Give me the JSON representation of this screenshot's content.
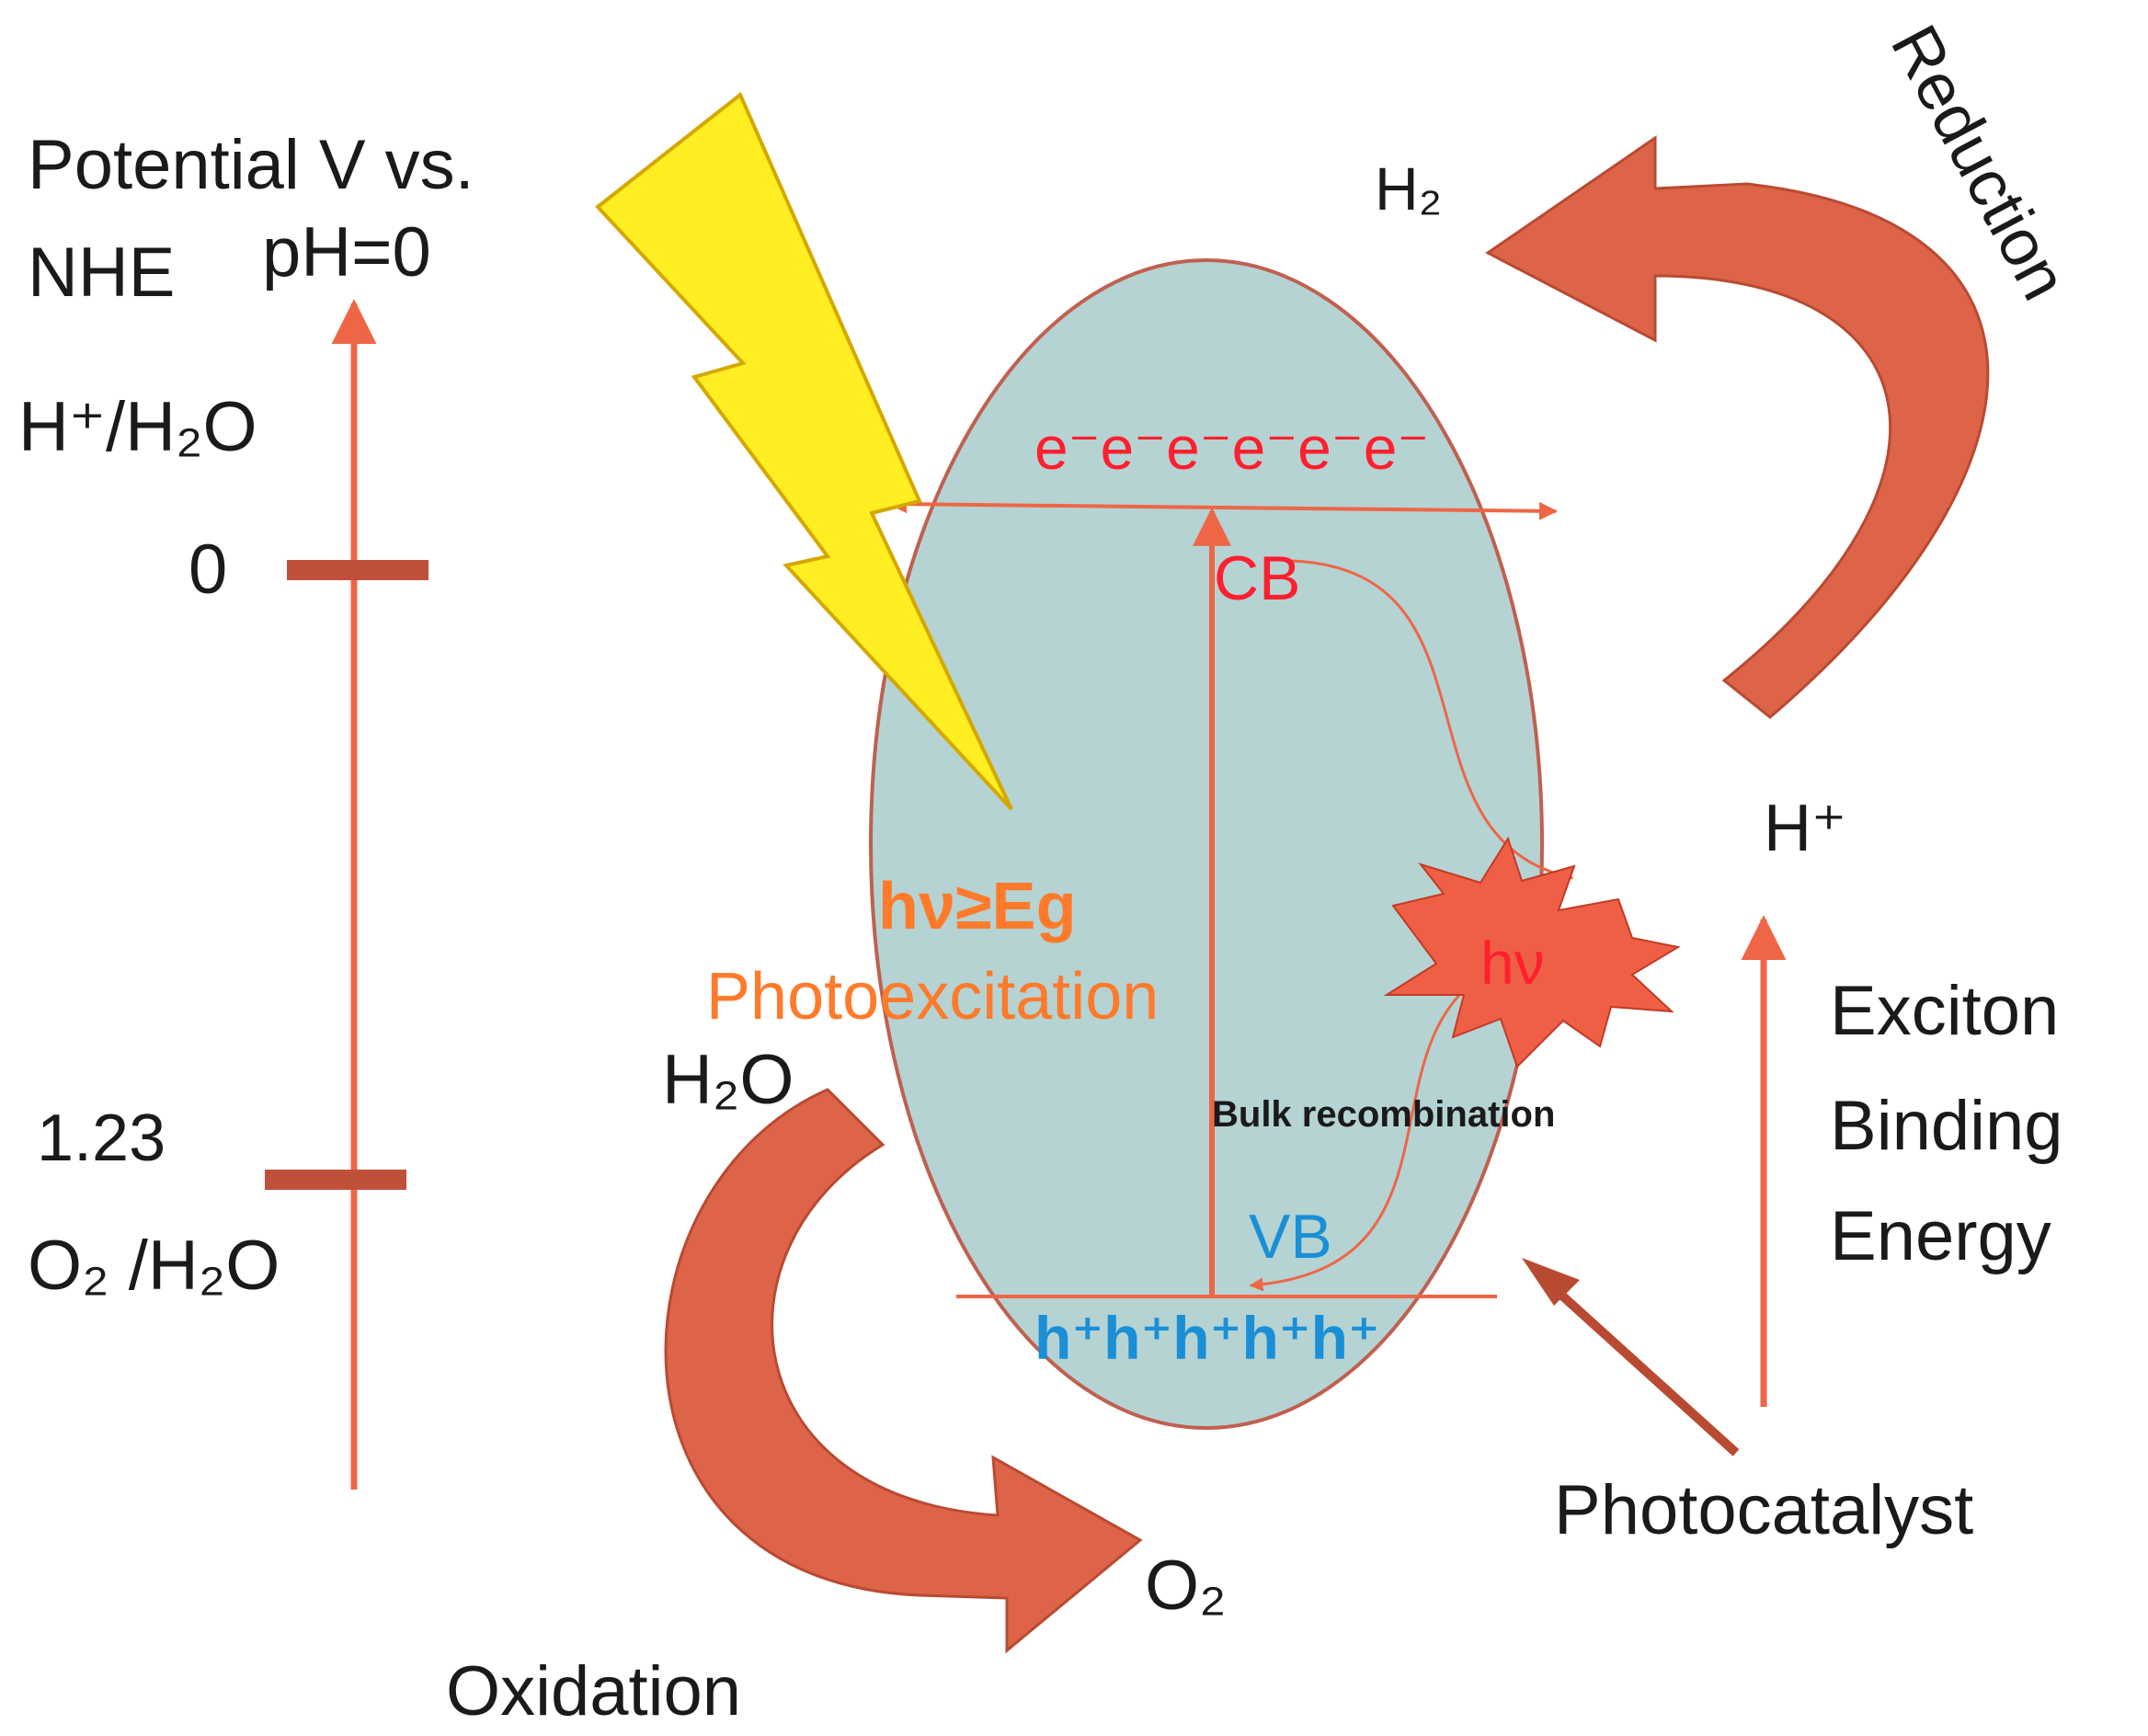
{
  "axis": {
    "title_line1": "Potential V vs.",
    "title_line2_left": "NHE",
    "title_line2_right": "pH=0",
    "top_couple": "H⁺/H₂O",
    "tick_zero": "0",
    "tick_oxidation": "1.23",
    "bottom_couple": "O₂ /H₂O"
  },
  "particle": {
    "electrons": "e⁻e⁻e⁻e⁻e⁻e⁻",
    "cb_label": "CB",
    "vb_label": "VB",
    "holes": "h⁺h⁺h⁺h⁺h⁺",
    "excitation_condition": "hν≥Eg",
    "excitation_label": "Photoexcitation",
    "emission_label": "hν",
    "recombination_label": "Bulk recombination",
    "name": "Photocatalyst"
  },
  "reactions": {
    "reduction_label": "Reduction",
    "reduction_product": "H₂",
    "reduction_reactant": "H⁺",
    "oxidation_label": "Oxidation",
    "oxidation_reactant": "H₂O",
    "oxidation_product": "O₂"
  },
  "exciton": {
    "line1": "Exciton",
    "line2": "Binding",
    "line3": "Energy"
  },
  "colors": {
    "particle_fill": "#b5d3d3",
    "particle_stroke": "#c06050",
    "guide_line": "#ee6645",
    "tick_bar": "#c0503a",
    "curved_arrow": "#dd6448",
    "lightning_fill": "#ffee22",
    "lightning_stroke": "#d4a800",
    "electron_text": "#ff1f2f",
    "hole_text": "#1a8fd6",
    "excitation_text": "#ff7a2a",
    "burst_fill": "#ef5f45"
  }
}
